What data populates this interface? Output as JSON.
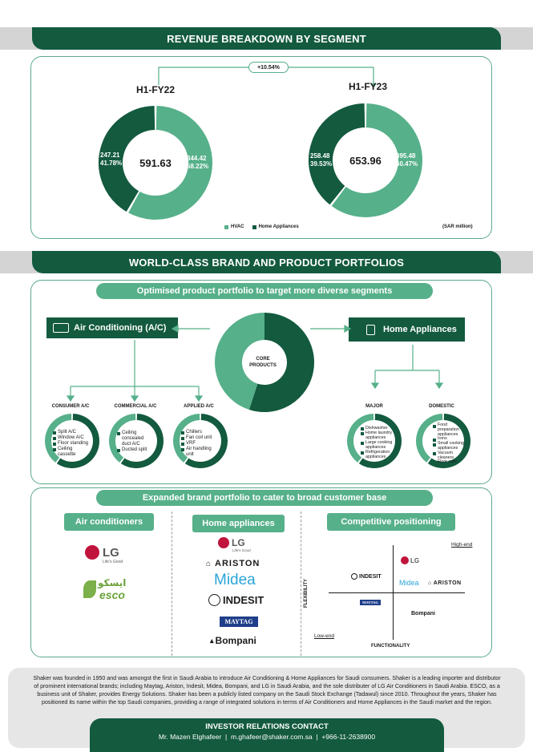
{
  "colors": {
    "dark_green": "#135a3f",
    "light_green": "#56b08a",
    "pale_green": "#a6d3bf",
    "grey": "#d4d4d4"
  },
  "section1": {
    "title": "REVENUE BREAKDOWN BY SEGMENT",
    "growth": "+10.54%",
    "unit_note": "(SAR million)",
    "legend": [
      {
        "label": "HVAC",
        "color": "#56b08a"
      },
      {
        "label": "Home Appliances",
        "color": "#135a3f"
      }
    ],
    "h1_fy22": {
      "year": "H1-FY22",
      "total": "591.63",
      "hvac_value": "344.42",
      "hvac_pct": "58.22%",
      "home_value": "247.21",
      "home_pct": "41.78%",
      "hvac_share": 0.5822
    },
    "h1_fy23": {
      "year": "H1-FY23",
      "total": "653.96",
      "hvac_value": "395.48",
      "hvac_pct": "60.47%",
      "home_value": "258.48",
      "home_pct": "39.53%",
      "hvac_share": 0.6047
    }
  },
  "section2": {
    "title": "WORLD-CLASS BRAND AND PRODUCT PORTFOLIOS",
    "subtitle": "Optimised product portfolio to target more diverse segments",
    "ac_label": "Air Conditioning (A/C)",
    "ha_label": "Home Appliances",
    "core_label": "CORE PRODUCTS",
    "core_share": 0.55,
    "categories": [
      {
        "title": "CONSUMER A/C",
        "items": [
          "Split A/C",
          "Window A/C",
          "Floor standing",
          "Ceiling cassette"
        ]
      },
      {
        "title": "COMMERCIAL A/C",
        "items": [
          "Ceiling concealed duct A/C",
          "Ducted split"
        ]
      },
      {
        "title": "APPLIED A/C",
        "items": [
          "Chillers",
          "Fan coil unit",
          "VRF",
          "Air handling unit"
        ]
      },
      {
        "title": "MAJOR",
        "items": [
          "Dishwasher",
          "Home laundry appliances",
          "Large cooking appliances",
          "Refrigeration appliances"
        ]
      },
      {
        "title": "DOMESTIC",
        "items": [
          "Food preparation appliances",
          "Irons",
          "Small cooking appliances",
          "Vacuum cleaners",
          "Floor care"
        ]
      }
    ],
    "brand_subtitle": "Expanded brand portfolio to cater to broad customer base",
    "col_ac": "Air conditioners",
    "col_ha": "Home appliances",
    "col_pos": "Competitive positioning",
    "ac_brands": {
      "lg": "LG",
      "lg_tag": "Life's Good",
      "esco_ar": "ايسكو",
      "esco": "esco"
    },
    "ha_brands": {
      "lg": "LG",
      "lg_tag": "Life's Good",
      "ariston": "ARISTON",
      "midea": "Midea",
      "indesit": "INDESIT",
      "maytag": "MAYTAG",
      "bompani": "Bompani"
    },
    "positioning": {
      "high": "High-end",
      "low": "Low-end",
      "y_axis": "FLEXIBILITY",
      "x_axis": "FUNCTIONALITY",
      "lg": "LG",
      "indesit": "INDESIT",
      "midea": "Midea",
      "ariston": "ARISTON",
      "maytag": "MAYTAG",
      "bompani": "Bompani"
    }
  },
  "about": "Shaker was founded in 1950 and was amongst the first in Saudi Arabia to introduce Air Conditioning & Home Appliances for Saudi consumers. Shaker is a leading importer and distributor of prominent international brands; including Maytag, Ariston, Indesit, Midea, Bompani, and LG in Saudi Arabia, and the sole distributer of LG Air Conditioners in Saudi Arabia. ESCO, as a business unit of Shaker, provides Energy Solutions. Shaker has been a publicly listed company on the Saudi Stock Exchange (Tadawul) since 2010. Throughout the years, Shaker has positioned its name within the top Saudi companies, providing a range of integrated solutions in terms of Air Conditioners and Home Appliances in the Saudi market and the region.",
  "contact": {
    "title": "INVESTOR RELATIONS CONTACT",
    "line": "Mr. Mazen Elghafeer  |  m.ghafeer@shaker.com.sa  |  +966-11-2638900"
  }
}
